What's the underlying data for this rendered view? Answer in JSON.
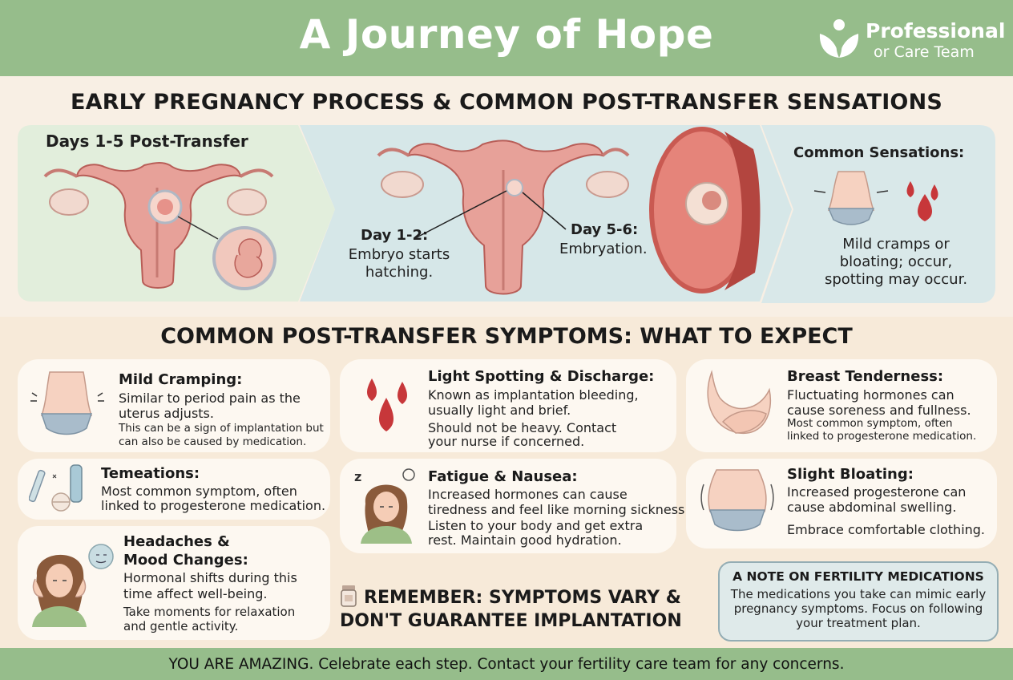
{
  "header": {
    "title": "A Journey of Hope",
    "brand_line1": "Professional",
    "brand_line2": "or Care Team"
  },
  "process": {
    "heading": "EARLY PREGNANCY PROCESS & COMMON POST-TRANSFER SENSATIONS",
    "panel1_title": "Days 1-5 Post-Transfer",
    "day12_label": "Day 1-2:",
    "day12_line1": "Embryo starts",
    "day12_line2": "hatching.",
    "day56_label": "Day 5-6:",
    "day56_text": "Embryation.",
    "sensations_title": "Common Sensations:",
    "sensations_line1": "Mild cramps or",
    "sensations_line2": "bloating; occur,",
    "sensations_line3": "spotting may occur."
  },
  "symptoms": {
    "heading": "COMMON POST-TRANSFER SYMPTOMS: WHAT TO EXPECT",
    "cramping": {
      "title": "Mild Cramping:",
      "line1": "Similar to period pain as the",
      "line2": "uterus adjusts.",
      "small1": "This can be a sign of implantation but",
      "small2": "can also be caused by medication."
    },
    "spotting": {
      "title": "Light Spotting & Discharge:",
      "line1": "Known as implantation bleeding,",
      "line2": "usually light and brief.",
      "line3": "Should not be heavy. Contact",
      "line4": "your nurse if concerned."
    },
    "breast": {
      "title": "Breast Tenderness:",
      "line1": "Fluctuating hormones can",
      "line2": "cause soreness and fullness.",
      "small1": "Most common symptom, often",
      "small2": "linked to progesterone medication."
    },
    "temeations": {
      "title": "Temeations:",
      "line1": "Most common symptom, often",
      "line2": "linked to progesterone medication."
    },
    "fatigue": {
      "title": "Fatigue & Nausea:",
      "line1": "Increased hormones can cause",
      "line2": "tiredness and feel like morning sickness.",
      "line3": "Listen to your body and get extra",
      "line4": "rest. Maintain good hydration."
    },
    "bloating": {
      "title": "Slight Bloating:",
      "line1": "Increased progesterone can",
      "line2": "cause abdominal swelling.",
      "line3": "Embrace comfortable clothing."
    },
    "headaches": {
      "title1": "Headaches &",
      "title2": "Mood Changes:",
      "line1": "Hormonal shifts during this",
      "line2": "time affect well-being.",
      "small1": "Take moments for relaxation",
      "small2": "and gentle activity."
    }
  },
  "remember": {
    "line1": "REMEMBER: SYMPTOMS VARY &",
    "line2": "DON'T GUARANTEE IMPLANTATION"
  },
  "note": {
    "title": "A NOTE ON FERTILITY MEDICATIONS",
    "body": "The medications you take can mimic early pregnancy symptoms. Focus on following your treatment plan."
  },
  "footer": {
    "text": "YOU ARE AMAZING. Celebrate each step. Contact your fertility care team for any concerns."
  },
  "colors": {
    "header_green": "#96bd8b",
    "panel_green": "#e2eedc",
    "panel_blue": "#d6e7e8",
    "uterus_pink": "#e7a199",
    "blood_red": "#c7373a"
  }
}
